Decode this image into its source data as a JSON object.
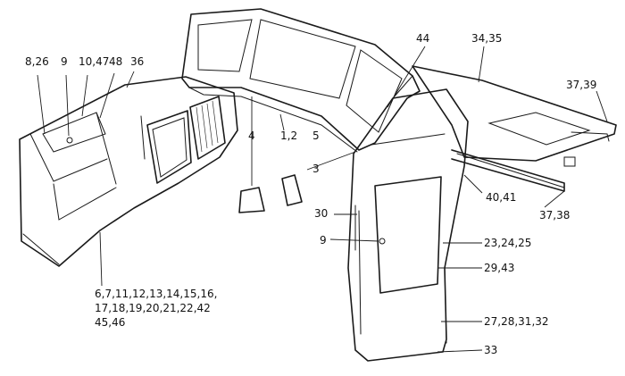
{
  "labels": {
    "l_8_26": "8,26",
    "l_9a": "9",
    "l_10_47": "10,47",
    "l_48": "48",
    "l_36": "36",
    "l_44": "44",
    "l_34_35": "34,35",
    "l_37_39": "37,39",
    "l_4": "4",
    "l_1_2": "1,2",
    "l_5": "5",
    "l_3": "3",
    "l_30": "30",
    "l_9b": "9",
    "l_40_41": "40,41",
    "l_37_38": "37,38",
    "l_23_24_25": "23,24,25",
    "l_29_43": "29,43",
    "l_27_28_31_32": "27,28,31,32",
    "l_33": "33",
    "l_list_line1": "6,7,11,12,13,14,15,16,",
    "l_list_line2": "17,18,19,20,21,22,42",
    "l_list_line3": "45,46"
  }
}
